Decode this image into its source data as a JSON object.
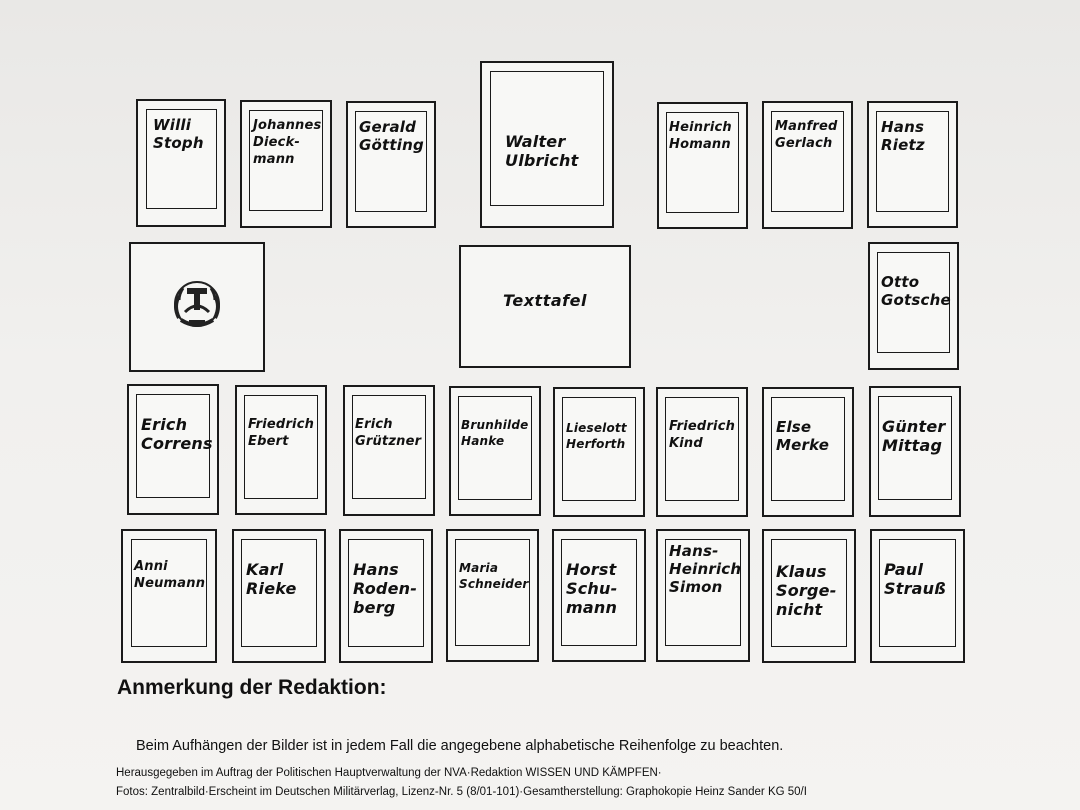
{
  "portraits": [
    {
      "name": "Willi\nStoph"
    },
    {
      "name": "Johannes\nDieck-\nmann"
    },
    {
      "name": "Gerald\nGötting"
    },
    {
      "name": "Walter\nUlbricht"
    },
    {
      "name": "Heinrich\nHomann"
    },
    {
      "name": "Manfred\nGerlach"
    },
    {
      "name": "Hans\nRietz"
    },
    {
      "name": "Otto\nGotsche"
    },
    {
      "name": "Erich\nCorrens"
    },
    {
      "name": "Friedrich\nEbert"
    },
    {
      "name": "Erich\nGrützner"
    },
    {
      "name": "Brunhilde\nHanke"
    },
    {
      "name": "Lieselott\nHerforth"
    },
    {
      "name": "Friedrich\nKind"
    },
    {
      "name": "Else\nMerke"
    },
    {
      "name": "Günter\nMittag"
    },
    {
      "name": "Anni\nNeumann"
    },
    {
      "name": "Karl\nRieke"
    },
    {
      "name": "Hans\nRoden-\nberg"
    },
    {
      "name": "Maria\nSchneider"
    },
    {
      "name": "Horst\nSchu-\nmann"
    },
    {
      "name": "Hans-\nHeinrich\nSimon"
    },
    {
      "name": "Klaus\nSorge-\nnicht"
    },
    {
      "name": "Paul\nStrauß"
    }
  ],
  "texttafel": "Texttafel",
  "emblem": "gdr-state-emblem",
  "heading": "Anmerkung der Redaktion:",
  "note": "Beim Aufhängen der Bilder ist in jedem Fall die angegebene alphabetische Reihenfolge zu beachten.",
  "credits": {
    "line1": "Herausgegeben im Auftrag der Politischen Hauptverwaltung der NVA·Redaktion WISSEN UND KÄMPFEN·",
    "line2": "Fotos: Zentralbild·Erscheint im Deutschen Militärverlag, Lizenz-Nr. 5 (8/01-101)·Gesamtherstellung: Graphokopie Heinz Sander KG 50/I"
  }
}
